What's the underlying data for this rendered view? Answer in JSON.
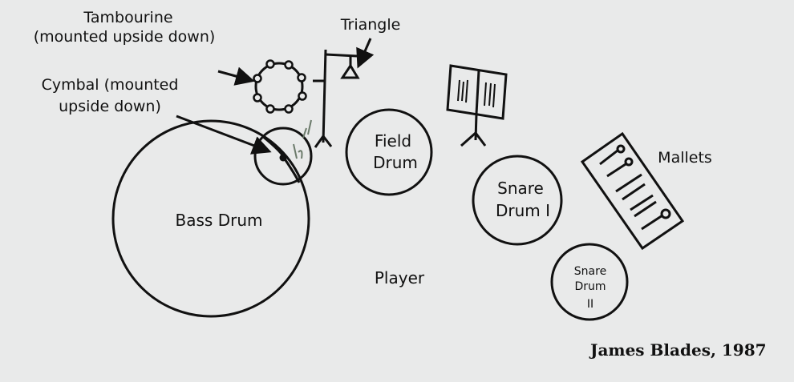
{
  "labels": {
    "tambourine": "Tambourine",
    "tambourine_note": "(mounted upside down)",
    "cymbal_line1": "Cymbal (mounted",
    "cymbal_line2": "upside down)",
    "triangle": "Triangle",
    "field_drum_1": "Field",
    "field_drum_2": "Drum",
    "bass_drum": "Bass Drum",
    "snare1_1": "Snare",
    "snare1_2": "Drum I",
    "snare2_1": "Snare",
    "snare2_2": "Drum",
    "snare2_3": "II",
    "mallets": "Mallets",
    "player": "Player"
  },
  "credit": "James Blades, 1987"
}
